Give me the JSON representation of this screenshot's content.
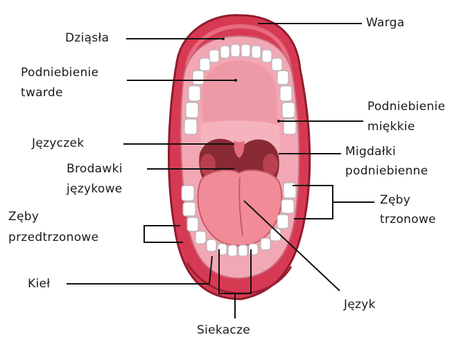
{
  "labels": {
    "warga": "Warga",
    "dziasla": "Dziąsła",
    "podniebienie_twarde_1": "Podniebienie",
    "podniebienie_twarde_2": "twarde",
    "podniebienie_miekkie_1": "Podniebienie",
    "podniebienie_miekkie_2": "miękkie",
    "jezyczek": "Języczek",
    "migdalki_1": "Migdałki",
    "migdalki_2": "podniebienne",
    "brodawki_1": "Brodawki",
    "brodawki_2": "językowe",
    "zeby_trzonowe_1": "Zęby",
    "zeby_trzonowe_2": "trzonowe",
    "zeby_przedtrzonowe_1": "Zęby",
    "zeby_przedtrzonowe_2": "przedtrzonowe",
    "kiel": "Kieł",
    "jezyk": "Język",
    "siekacze": "Siekacze"
  },
  "colors": {
    "lip": "#d63a52",
    "lip_dark": "#9c1f34",
    "gum": "#f2a7b4",
    "palate": "#eea0aa",
    "throat": "#8a2a35",
    "tongue": "#f28b98",
    "tooth": "#ffffff"
  }
}
